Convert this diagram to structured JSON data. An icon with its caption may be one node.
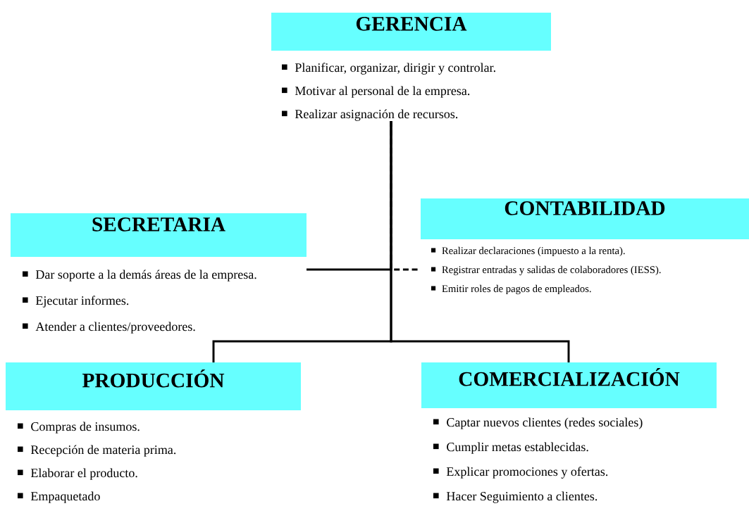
{
  "diagram": {
    "nodes": [
      {
        "text": [
          "GERENCIA",
          "Planificar, organizar, dirigir y controlar.",
          "Motivar al personal de la empresa.",
          "Realizar asignación de recursos."
        ]
      },
      {
        "text": [
          "SECRETARIA",
          "Dar soporte a la demás áreas de la empresa.",
          "Ejecutar informes.",
          "Atender a clientes/proveedores."
        ]
      },
      {
        "text": [
          "CONTABILIDAD",
          "Realizar declaraciones (impuesto a la renta).",
          "Registrar entradas y salidas de colaboradores  (IESS).",
          "Emitir roles de pagos de empleados."
        ]
      },
      {
        "text": [
          "PRODUCCIÓN",
          "Compras de insumos.",
          "Recepción de materia prima.",
          "Elaborar el producto.",
          "Empaquetado"
        ]
      },
      {
        "text": [
          "COMERCIALIZACIÓN",
          "Captar nuevos clientes (redes sociales)",
          "Cumplir metas establecidas.",
          "Explicar promociones y ofertas.",
          "Hacer Seguimiento a clientes."
        ]
      }
    ],
    "edges": [
      {
        "from": 0,
        "to": 1,
        "arrow": "none"
      },
      {
        "from": 0,
        "to": 2,
        "arrow": "none",
        "style": "dashed"
      },
      {
        "from": 0,
        "to": 3,
        "arrow": "none"
      },
      {
        "from": 0,
        "to": 4,
        "arrow": "none"
      }
    ]
  }
}
